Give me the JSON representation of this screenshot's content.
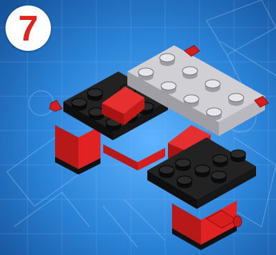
{
  "step": {
    "number": "7"
  },
  "colors": {
    "background": "#1f6fc4",
    "background_glow": "#5fb3ff",
    "brick_red": "#d71e1e",
    "brick_black": "#1b1b1b",
    "plate_gray": "#c9c9cc",
    "badge_fill": "#ffffff",
    "badge_text": "#e2231a"
  },
  "icons": [
    "blueprint-background",
    "lego-assembly-illustration",
    "step-number-badge"
  ]
}
